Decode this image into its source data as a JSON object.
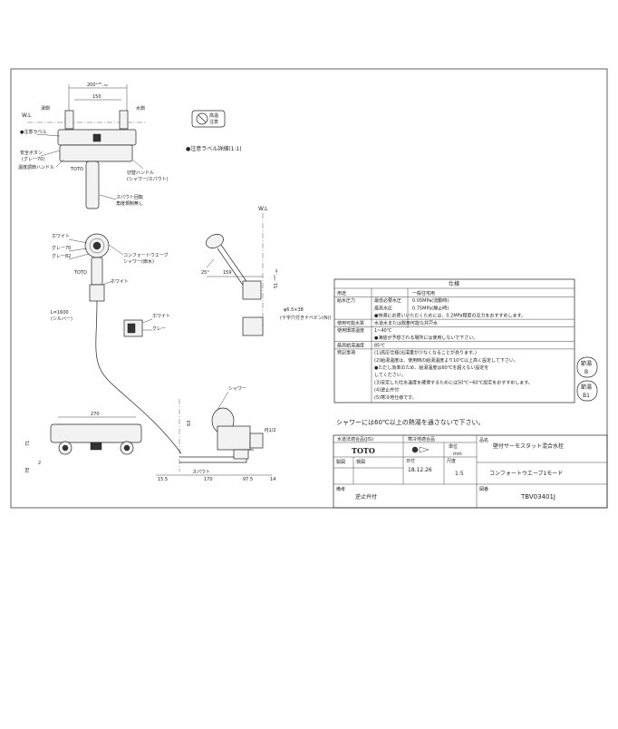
{
  "drawing": {
    "dims": {
      "top_width": "200⁺²⁵₋₅₀",
      "top_center": "150",
      "front_width": "270",
      "height_tol": "51 ⁺¹⁵₋₄₀",
      "angle": "25°",
      "shower_offset": "159",
      "pipe_dia": "φ6.5×38",
      "pipe_note": "(十字穴付きナベビン(N))",
      "spout_len": "170",
      "dim_15_5": "15.5",
      "dim_97_5": "97.5",
      "dim_14": "14",
      "dim_63": "63",
      "pj": "PJ1/2",
      "side_71": "71",
      "side_2": "2",
      "side_78": "78"
    },
    "labels": {
      "wl_top": "W.L",
      "wl_right": "W.L",
      "hot": "湯側",
      "cold": "水側",
      "caution_label": "●注意ラベル",
      "safety_button": "安全ボタン",
      "safety_button_color": "(グレー70)",
      "temp_handle": "温度調節ハンドル",
      "toto": "TOTO",
      "switch_handle": "切替ハンドル",
      "switch_handle_sub": "(シャワー/スパウト)",
      "spout_rotation": "スパウト回転",
      "spout_rotation_sub": "角度規制無し",
      "caution_detail": "●注意ラベル詳細(1:1)",
      "badge_line1": "高温",
      "badge_line2": "注意",
      "white1": "ホワイト",
      "gray70": "グレー70",
      "gray82": "グレー82",
      "comfort_wave": "コンフォートウエーブ",
      "comfort_wave_sub": "シャワー(節水)",
      "toto2": "TOTO",
      "white2": "ホワイト",
      "hose_len": "L=1600",
      "hose_sub": "(シルバー)",
      "white3": "ホワイト",
      "gray": "グレー",
      "shower": "シャワー",
      "spout": "スパウト"
    },
    "spec": {
      "title": "仕様",
      "rows": [
        {
          "a": "用途",
          "b": "",
          "c": "一般住宅用"
        },
        {
          "a": "給水圧力",
          "b": "最低必要水圧",
          "c": "0.05MPa(流動時)"
        },
        {
          "a": "",
          "b": "最高水圧",
          "c": "0.75MPa(静止時)"
        },
        {
          "a": "",
          "b": "",
          "c": "●快適にお使いいただくためには、0.2MPa程度の圧力をおすすめします。"
        },
        {
          "a": "使用可能水質",
          "b": "",
          "c": "水道水または飲用可能な井戸水"
        },
        {
          "a": "使用環境温度",
          "b": "",
          "c": "1~40℃"
        },
        {
          "a": "",
          "b": "",
          "c": "●凍結が予想される場所には使用しないで下さい。"
        },
        {
          "a": "最高給湯温度",
          "b": "",
          "c": "85℃"
        },
        {
          "a": "特記事項",
          "b": "",
          "c": "(1)高圧仕様(出湯量が少なくなることがあります。)"
        },
        {
          "a": "",
          "b": "",
          "c": "(2)給湯温度は、使用時の給湯温度より10℃以上高く設定して下さい。"
        },
        {
          "a": "",
          "b": "",
          "c": "●ただし効率のため、給湯温度は60℃を超えない設定を"
        },
        {
          "a": "",
          "b": "",
          "c": "してください。"
        },
        {
          "a": "",
          "b": "",
          "c": "(3)安定した吐水温度を確保するためには50℃~60℃設定をおすすめします。"
        },
        {
          "a": "",
          "b": "",
          "c": "(4)逆止弁付"
        },
        {
          "a": "",
          "b": "",
          "c": "(5)寒冷地仕様です。"
        }
      ]
    },
    "warning_text": "シャワーには60℃以上の熱湯を通さないで下さい。",
    "badges": [
      {
        "l1": "節湯",
        "l2": "B"
      },
      {
        "l1": "節湯",
        "l2": "B1"
      }
    ],
    "title_block": {
      "jis": "水道法適合品(JIS)",
      "cold_area": "寒冷地適合品",
      "brand": "TOTO",
      "unit_label": "単位",
      "unit": "mm",
      "date_label": "日付",
      "date": "18.12.26",
      "scale_label": "尺度",
      "scale": "1:5",
      "name_label": "品名",
      "product_name": "壁付サーモスタット混合水栓",
      "product_sub": "コンフォートウエーブ1モード",
      "draft_label": "製図",
      "check_label": "検図",
      "note_label": "備考",
      "note": "逆止弁付",
      "drawing_no_label": "図番",
      "drawing_no": "TBV03401J"
    }
  }
}
